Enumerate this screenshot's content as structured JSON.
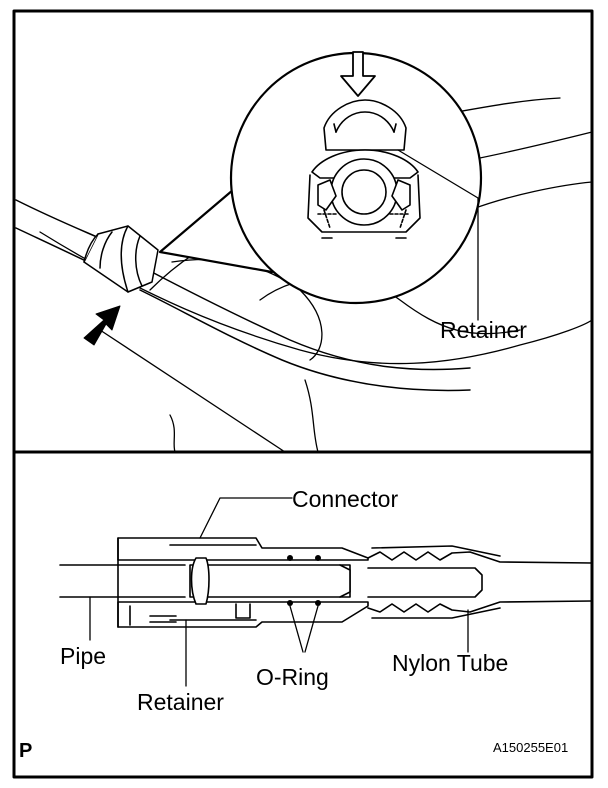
{
  "labels": {
    "retainer_top": "Retainer",
    "connector": "Connector",
    "pipe": "Pipe",
    "retainer_bottom": "Retainer",
    "o_ring": "O-Ring",
    "nylon_tube": "Nylon Tube"
  },
  "footer": {
    "corner_mark": "P",
    "figure_code": "A150255E01"
  },
  "icons": {
    "push_arrow_top": "down-arrow-outline-icon",
    "push_arrow_left": "up-right-arrow-filled-icon"
  },
  "colors": {
    "line": "#000000",
    "background": "#ffffff"
  }
}
